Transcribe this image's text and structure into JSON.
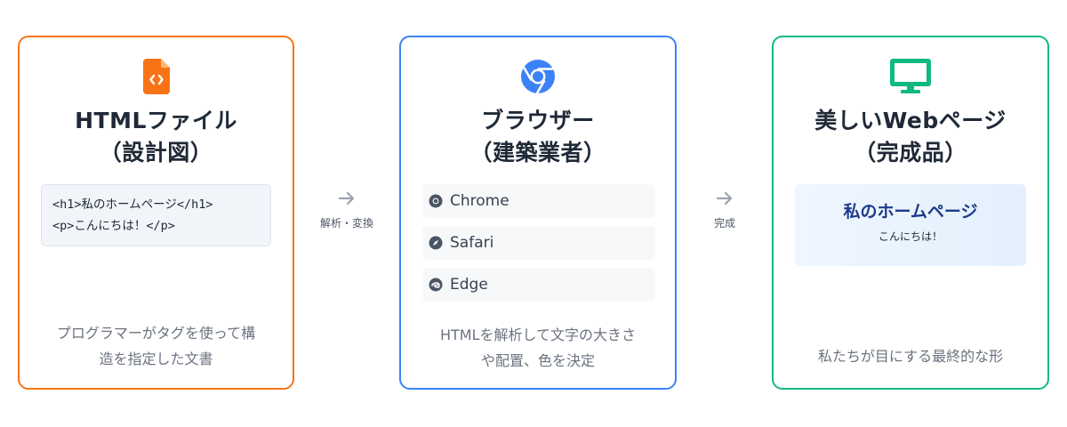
{
  "cards": {
    "html_file": {
      "title_line1": "HTMLファイル",
      "title_line2": "（設計図）",
      "code_line1": "<h1>私のホームページ</h1>",
      "code_line2": "<p>こんにちは！</p>",
      "desc_line1": "プログラマーがタグを使って構",
      "desc_line2": "造を指定した文書",
      "icon": "file-code-icon",
      "accent_color": "#f97316"
    },
    "browser": {
      "title_line1": "ブラウザー",
      "title_line2": "（建築業者）",
      "items": [
        {
          "label": "Chrome",
          "icon": "chrome-icon"
        },
        {
          "label": "Safari",
          "icon": "compass-icon"
        },
        {
          "label": "Edge",
          "icon": "edge-icon"
        }
      ],
      "desc_line1": "HTMLを解析して文字の大きさ",
      "desc_line2": "や配置、色を決定",
      "icon": "chrome-icon",
      "accent_color": "#3b82f6"
    },
    "webpage": {
      "title_line1": "美しいWebページ",
      "title_line2": "（完成品）",
      "preview_heading": "私のホームページ",
      "preview_text": "こんにちは！",
      "desc": "私たちが目にする最終的な形",
      "icon": "monitor-icon",
      "accent_color": "#10b981"
    }
  },
  "connectors": [
    {
      "label": "解析・変換",
      "icon": "arrow-right-icon"
    },
    {
      "label": "完成",
      "icon": "arrow-right-icon"
    }
  ]
}
